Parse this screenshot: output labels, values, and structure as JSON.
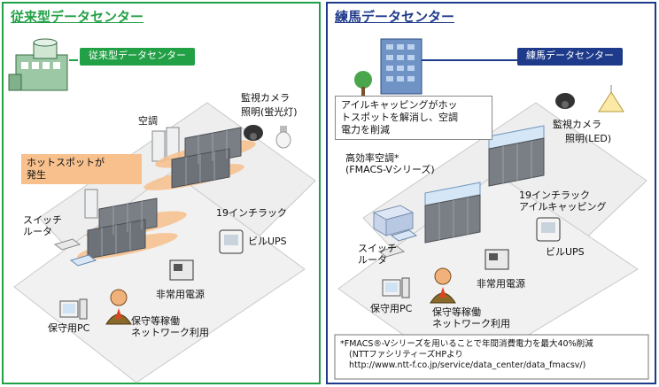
{
  "colors": {
    "left_accent": "#22a046",
    "right_accent": "#1e3a8a",
    "hotspot": "#f7c08c",
    "rack": "#7a7f86"
  },
  "left": {
    "title": "従来型データセンター",
    "section_label": "従来型データセンター",
    "labels": {
      "camera": "監視カメラ",
      "lighting": "照明(蛍光灯)",
      "ac": "空調",
      "rack": "19インチラック",
      "switch_line1": "スイッチ",
      "switch_line2": "ルータ",
      "ups": "ビルUPS",
      "power": "非常用電源",
      "pc": "保守用PC",
      "staff_line1": "保守等稼働",
      "staff_line2": "ネットワーク利用"
    },
    "callout_line1": "ホットスポットが",
    "callout_line2": "発生"
  },
  "right": {
    "title": "練馬データセンター",
    "section_label": "練馬データセンター",
    "labels": {
      "camera": "監視カメラ",
      "lighting": "照明(LED)",
      "ac_line1": "高効率空調*",
      "ac_line2": "(FMACS-Vシリーズ)",
      "rack_line1": "19インチラック",
      "rack_line2": "アイルキャッピング",
      "switch_line1": "スイッチ",
      "switch_line2": "ルータ",
      "ups": "ビルUPS",
      "power": "非常用電源",
      "pc": "保守用PC",
      "staff_line1": "保守等稼働",
      "staff_line2": "ネットワーク利用"
    },
    "callout_line1": "アイルキャッピングがホッ",
    "callout_line2": "トスポットを解消し、空調",
    "callout_line3": "電力を削減",
    "note_line1": "*FMACS®-Vシリーズを用いることで年間消費電力を最大40%削減",
    "note_line2": "(NTTファシリティーズHPより",
    "note_line3": "http://www.ntt-f.co.jp/service/data_center/data_fmacsv/)"
  }
}
